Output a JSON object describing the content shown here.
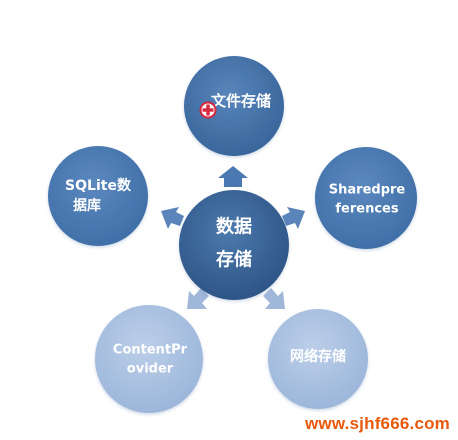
{
  "diagram": {
    "center": {
      "line1": "数据",
      "line2": "存储"
    },
    "nodes": {
      "file": {
        "line1": "文件存储",
        "line2": ""
      },
      "sqlite": {
        "line1": "SQLite数",
        "line2": "据库"
      },
      "sharedpref": {
        "line1": "Sharedpre",
        "line2": "ferences"
      },
      "contentprovider": {
        "line1": "ContentPr",
        "line2": "ovider"
      },
      "network": {
        "line1": "网络存储",
        "line2": ""
      }
    }
  },
  "watermark": {
    "text": "www.sjhf666.com"
  },
  "colors": {
    "center": "#335d8f",
    "file": "#3b6ba1",
    "sqlite": "#4677b0",
    "sharedpref": "#4878b1",
    "contentprovider": "#a9c0e0",
    "network": "#a9c0e0",
    "arrow_top": "#4a78b0",
    "arrow_upper": "#5b85ba",
    "arrow_lower": "#9fb7d8",
    "watermark": "#e8590c",
    "cursor": "#d7263d"
  },
  "icons": {
    "cursor": "busy-cursor-icon"
  }
}
